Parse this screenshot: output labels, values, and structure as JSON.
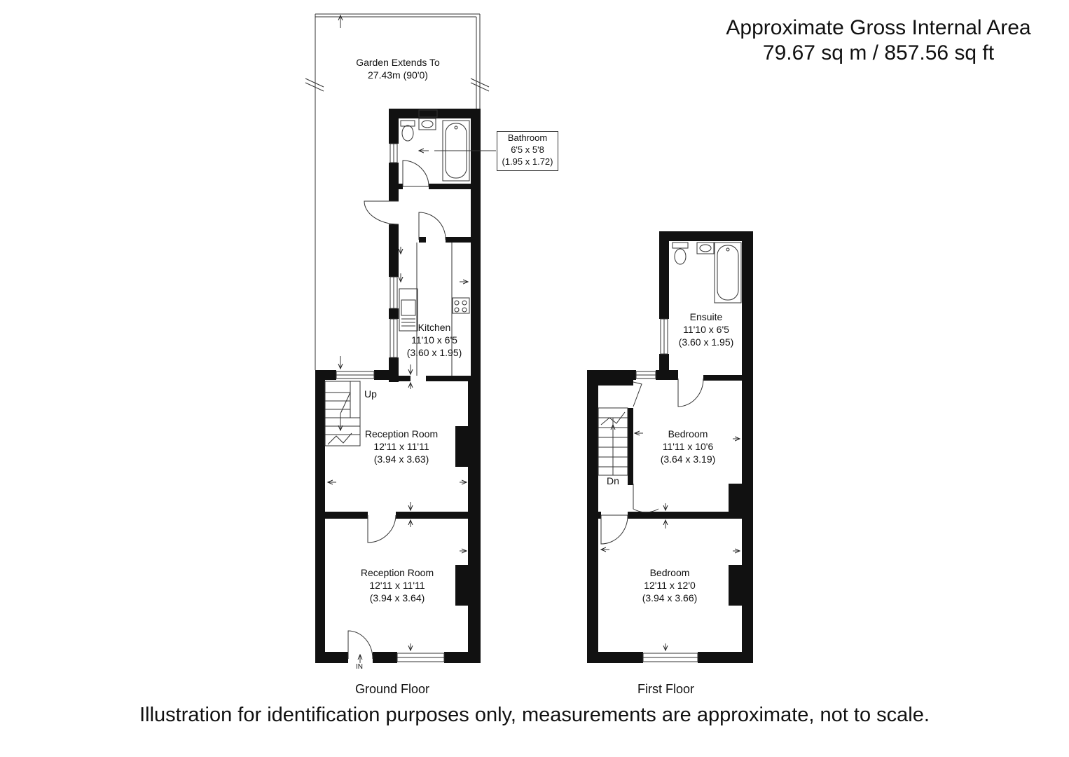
{
  "area": {
    "line1": "Approximate Gross Internal Area",
    "line2": "79.67 sq m / 857.56 sq ft"
  },
  "garden": {
    "name": "Garden Extends To",
    "size": "27.43m (90'0)"
  },
  "ground_floor": {
    "label": "Ground Floor",
    "bathroom": {
      "name": "Bathroom",
      "imperial": "6'5 x 5'8",
      "metric": "(1.95 x 1.72)"
    },
    "kitchen": {
      "name": "Kitchen",
      "imperial": "11'10 x 6'5",
      "metric": "(3.60 x 1.95)"
    },
    "reception_rear": {
      "name": "Reception Room",
      "imperial": "12'11 x 11'11",
      "metric": "(3.94 x 3.63)"
    },
    "reception_front": {
      "name": "Reception Room",
      "imperial": "12'11 x 11'11",
      "metric": "(3.94 x 3.64)"
    },
    "stairs_label": "Up",
    "entrance_label": "IN"
  },
  "first_floor": {
    "label": "First Floor",
    "ensuite": {
      "name": "Ensuite",
      "imperial": "11'10 x 6'5",
      "metric": "(3.60 x 1.95)"
    },
    "bedroom_rear": {
      "name": "Bedroom",
      "imperial": "11'11 x 10'6",
      "metric": "(3.64 x 3.19)"
    },
    "bedroom_front": {
      "name": "Bedroom",
      "imperial": "12'11 x 12'0",
      "metric": "(3.94 x 3.66)"
    },
    "stairs_label": "Dn"
  },
  "disclaimer": "Illustration for identification purposes only, measurements are approximate, not to scale."
}
